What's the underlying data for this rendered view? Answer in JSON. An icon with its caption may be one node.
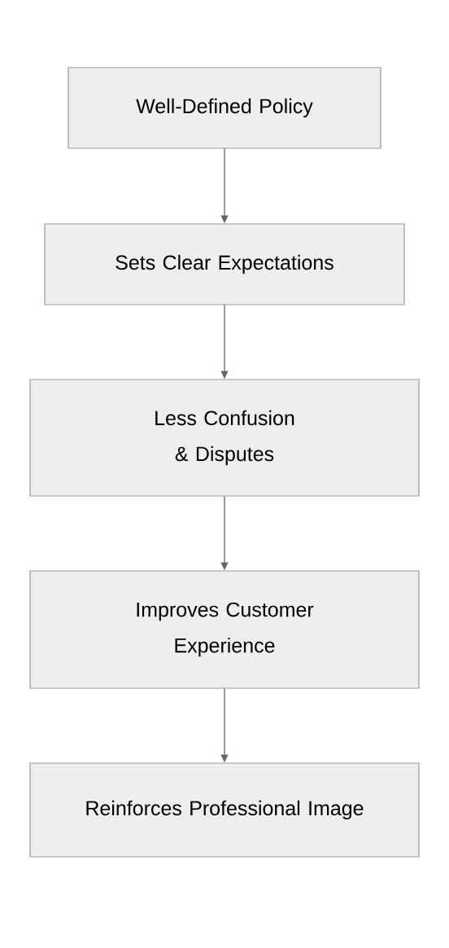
{
  "diagram": {
    "nodes": [
      {
        "text": [
          "Well-Defined Policy"
        ]
      },
      {
        "text": [
          "Sets Clear Expectations"
        ]
      },
      {
        "text": [
          "Less Confusion & Disputes"
        ]
      },
      {
        "text": [
          "Improves Customer Experience"
        ]
      },
      {
        "text": [
          "Reinforces Professional Image"
        ]
      }
    ],
    "edges": [
      {
        "from": 0,
        "to": 1,
        "arrow": "to"
      },
      {
        "from": 1,
        "to": 2,
        "arrow": "to"
      },
      {
        "from": 2,
        "to": 3,
        "arrow": "to"
      },
      {
        "from": 3,
        "to": 4,
        "arrow": "to"
      }
    ]
  }
}
